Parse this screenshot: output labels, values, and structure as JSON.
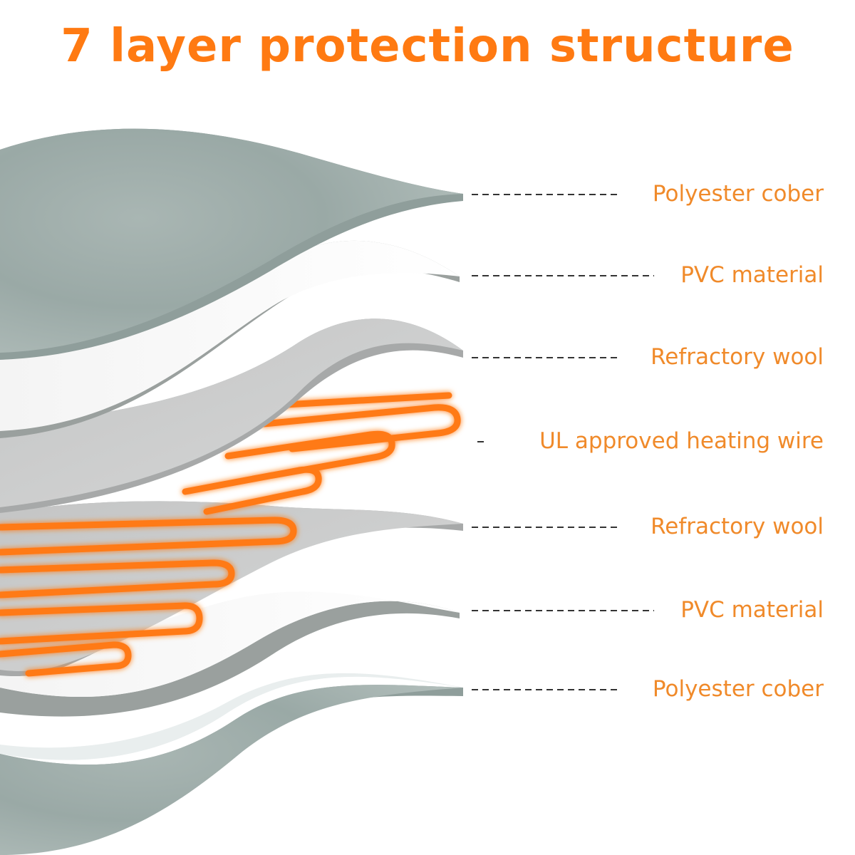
{
  "title": "7 layer protection structure",
  "accent_color": "#ff7a12",
  "label_color": "#f08a2a",
  "layers": [
    {
      "label": "Polyester cober",
      "material": "gray-fleece"
    },
    {
      "label": "PVC material",
      "material": "white-film"
    },
    {
      "label": "Refractory wool",
      "material": "gray-wool"
    },
    {
      "label": "UL approved heating wire",
      "material": "orange-wire"
    },
    {
      "label": "Refractory wool",
      "material": "gray-wool"
    },
    {
      "label": "PVC material",
      "material": "white-film"
    },
    {
      "label": "Polyester cober",
      "material": "gray-fleece"
    }
  ]
}
